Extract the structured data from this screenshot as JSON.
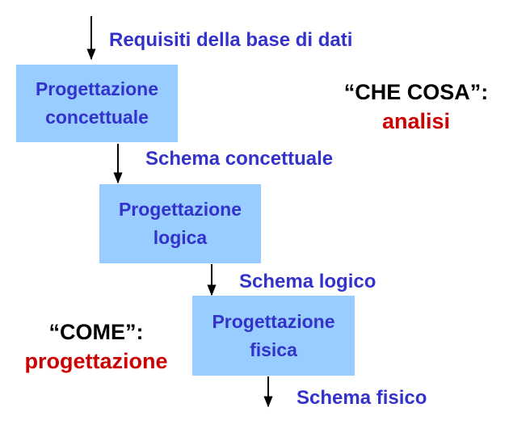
{
  "boxes": {
    "conceptual": {
      "line1": "Progettazione",
      "line2": "concettuale"
    },
    "logical": {
      "line1": "Progettazione",
      "line2": "logica"
    },
    "physical": {
      "line1": "Progettazione",
      "line2": "fisica"
    }
  },
  "labels": {
    "requirements": "Requisiti della base di dati",
    "conceptual_schema": "Schema concettuale",
    "logical_schema": "Schema logico",
    "physical_schema": "Schema fisico"
  },
  "notes": {
    "what": {
      "quote": "“CHE COSA”:",
      "word": "analisi"
    },
    "how": {
      "quote": "“COME”:",
      "word": "progettazione"
    }
  },
  "colors": {
    "box_fill": "#99ccff",
    "box_text": "#3333cc",
    "label_text": "#3333cc",
    "highlight": "#cc0000",
    "arrow": "#000000"
  }
}
